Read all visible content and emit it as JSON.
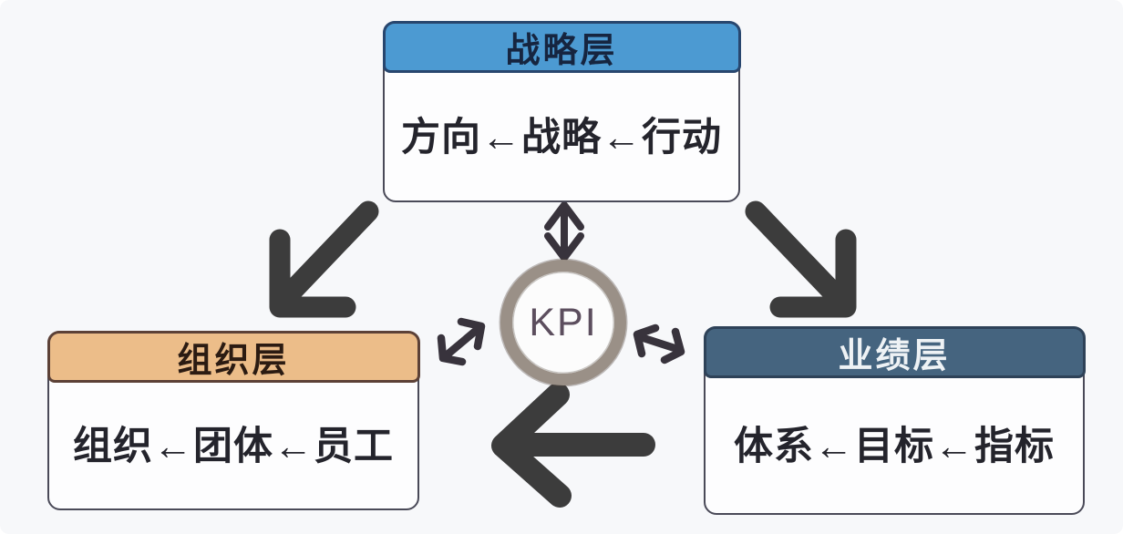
{
  "diagram": {
    "center": {
      "label": "KPI"
    },
    "boxes": {
      "strategy": {
        "header": "战略层",
        "body": "方向←战略←行动",
        "header_bg": "#4c9ad2",
        "header_text_color": "#162540"
      },
      "organization": {
        "header": "组织层",
        "body": "组织←团体←员工",
        "header_bg": "#ecbd89",
        "header_text_color": "#2b1b12"
      },
      "performance": {
        "header": "业绩层",
        "body": "体系←目标←指标",
        "header_bg": "#45647f",
        "header_text_color": "#eef2f5"
      }
    },
    "arrows": [
      {
        "name": "strategy-to-organization",
        "type": "single",
        "direction": "down-left"
      },
      {
        "name": "strategy-to-performance",
        "type": "single",
        "direction": "down-right"
      },
      {
        "name": "performance-to-organization",
        "type": "single",
        "direction": "left"
      },
      {
        "name": "kpi-strategy",
        "type": "double",
        "direction": "vertical"
      },
      {
        "name": "kpi-organization",
        "type": "double",
        "direction": "diagonal"
      },
      {
        "name": "kpi-performance",
        "type": "double",
        "direction": "diagonal"
      }
    ],
    "colors": {
      "background": "#f7f8fa",
      "card_border": "#4a4a58",
      "arrow": "#3c3c3c",
      "kpi_ring": "#9a9087",
      "kpi_text": "#5c4e5e",
      "strategy_header_bg": "#4c9ad2",
      "organization_header_bg": "#ecbd89",
      "performance_header_bg": "#45647f"
    }
  }
}
